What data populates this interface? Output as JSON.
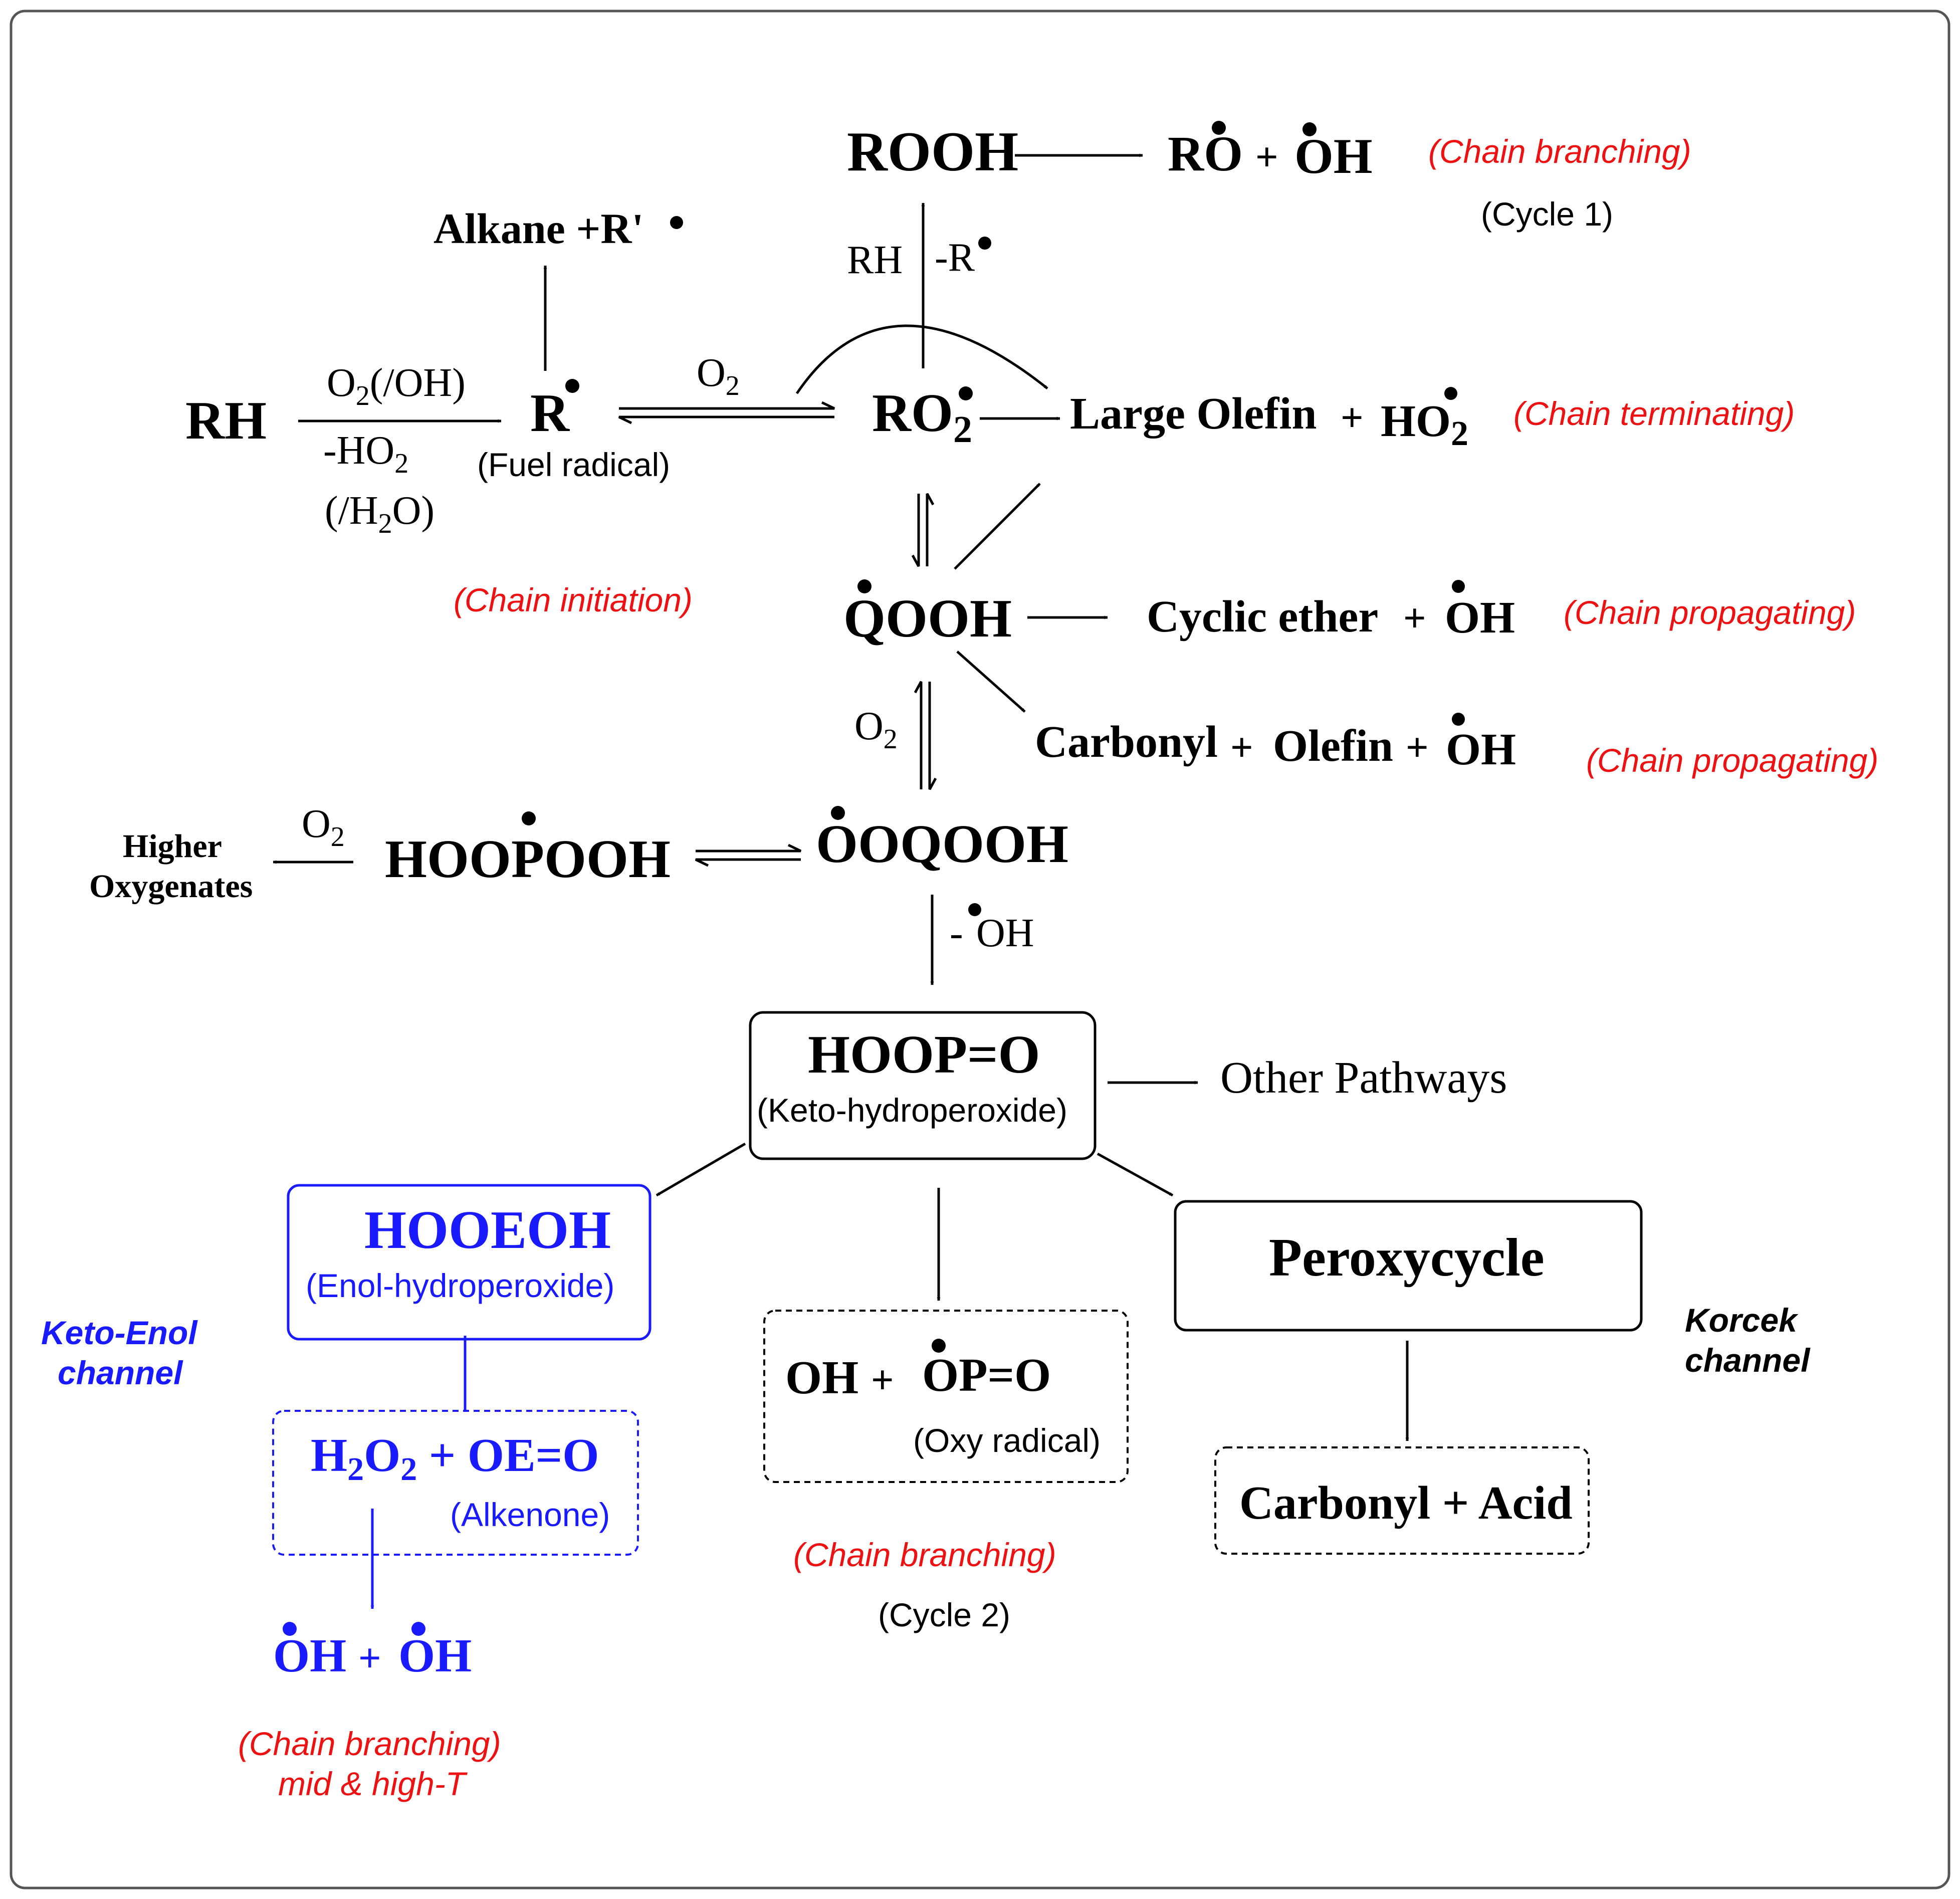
{
  "colors": {
    "red_note": "#ee1111",
    "blue": "#1a1aff",
    "black": "#000000",
    "frame": "#555555"
  },
  "species": {
    "rooh": "ROOH",
    "ro": "RO",
    "oh": "OH",
    "alkane": "Alkane +R'",
    "rh": "RH",
    "r": "R",
    "ro2": "RO",
    "ro2_sub": "2",
    "large_olefin": "Large Olefin",
    "ho2": "HO",
    "ho2_sub": "2",
    "qooh": "QOOH",
    "cyclic_ether": "Cyclic ether",
    "carbonyl": "Carbonyl",
    "olefin": "Olefin",
    "hoopooh": "HOOPOOH",
    "ooqooh": "OOQOOH",
    "higher": "Higher",
    "oxygenates": "Oxygenates",
    "hoop_o": "HOOP=O",
    "other_pathways": "Other Pathways",
    "hooeoh": "HOOEOH",
    "h": "H",
    "h2o2_sub": "2",
    "h2o2_o": "O",
    "oe_o": "OE=O",
    "op_o": "OP=O",
    "peroxycycle": "Peroxycycle",
    "carbonyl_acid": "Carbonyl + Acid",
    "plus": "+"
  },
  "conditions": {
    "o2_oh_a": "O",
    "o2_oh_sub": "2",
    "o2_oh_b": "(/OH)",
    "minus_ho2": "-HO",
    "minus_ho2_sub": "2",
    "h2o_a": "(/H",
    "h2o_sub": "2",
    "h2o_b": "O)",
    "o2": "O",
    "o2_sub": "2",
    "rh": "RH",
    "minus_r": "-R",
    "minus_oh_a": "-",
    "minus_oh_b": "OH"
  },
  "labels": {
    "fuel_radical": "(Fuel radical)",
    "keto_hydroperoxide": "(Keto-hydroperoxide)",
    "enol_hydroperoxide": "(Enol-hydroperoxide)",
    "alkenone": "(Alkenone)",
    "oxy_radical": "(Oxy radical)",
    "cycle1": "(Cycle 1)",
    "cycle2": "(Cycle 2)",
    "keto_enol_1": "Keto-Enol",
    "keto_enol_2": "channel",
    "korcek_1": "Korcek",
    "korcek_2": "channel"
  },
  "notes": {
    "chain_branching": "(Chain branching)",
    "chain_terminating": "(Chain terminating)",
    "chain_initiation": "(Chain initiation)",
    "chain_propagating": "(Chain propagating)",
    "mid_high_t": "mid & high-T"
  }
}
